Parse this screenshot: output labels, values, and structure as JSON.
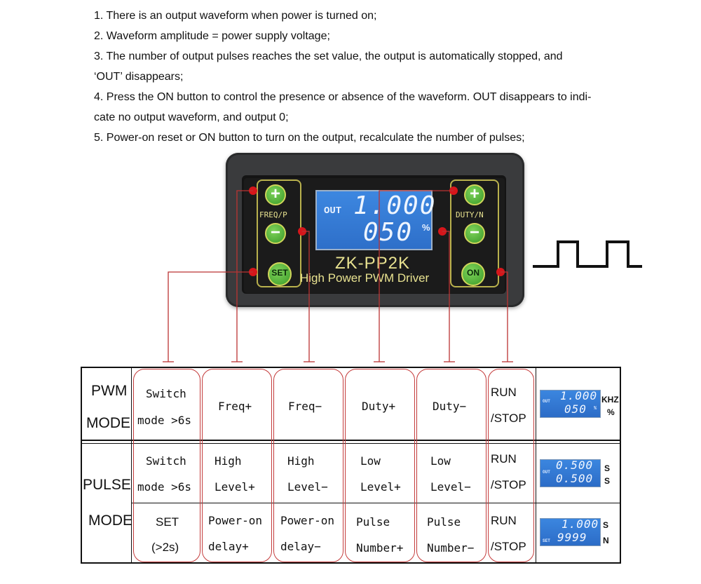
{
  "notes": [
    "1. There is an output waveform when power is turned on;",
    "2. Waveform amplitude = power supply voltage;",
    "3. The number of output pulses reaches the set value, the output is automatically stopped, and",
    "‘OUT’   disappears;",
    "4. Press the ON button to control the presence or absence of the waveform. OUT disappears to indi-",
    "cate no output waveform, and output 0;",
    "5. Power-on reset or ON button to turn on the output, recalculate the number of pulses;"
  ],
  "device": {
    "lcd_out": "OUT",
    "lcd_value1": "1.000",
    "lcd_value2": "050",
    "lcd_unit": "%",
    "left_label": "FREQ/P",
    "right_label": "DUTY/N",
    "plus": "+",
    "minus": "−",
    "set": "SET",
    "on": "ON",
    "model": "ZK-PP2K",
    "subtitle": "High Power PWM Driver"
  },
  "table": {
    "pwm_mode": [
      "PWM",
      "MODE"
    ],
    "pulse_mode": [
      "PULSE",
      "MODE"
    ],
    "pwm_row": {
      "c1": [
        "Switch",
        "mode >6s"
      ],
      "c2": "Freq+",
      "c3": "Freq−",
      "c4": "Duty+",
      "c5": "Duty−",
      "c6": [
        "RUN",
        "/STOP"
      ],
      "lcd": {
        "tag": "OUT",
        "v1": "1.000",
        "v2": "050",
        "pct": "%",
        "u1": "KHZ",
        "u2": "%"
      }
    },
    "pulse_row1": {
      "c1": [
        "Switch",
        "mode >6s"
      ],
      "c2": [
        "High",
        "Level+"
      ],
      "c3": [
        "High",
        "Level−"
      ],
      "c4": [
        "Low",
        "Level+"
      ],
      "c5": [
        "Low",
        "Level−"
      ],
      "c6": [
        "RUN",
        "/STOP"
      ],
      "lcd": {
        "tag": "OUT",
        "v1": "0.500",
        "v2": "0.500",
        "u1": "S",
        "u2": "S"
      }
    },
    "pulse_row2": {
      "c1": [
        "SET",
        "(>2s)"
      ],
      "c2": [
        "Power-on",
        "delay+"
      ],
      "c3": [
        "Power-on",
        "delay−"
      ],
      "c4": [
        "Pulse",
        "Number+"
      ],
      "c5": [
        "Pulse",
        "Number−"
      ],
      "c6": [
        "RUN",
        "/STOP"
      ],
      "lcd": {
        "tag": "SET",
        "v1": "1.000",
        "v2": "9999",
        "u1": "S",
        "u2": "N"
      }
    }
  },
  "colors": {
    "accent_red": "#d6161b",
    "lcd_blue": "#3b86df",
    "button_green": "#4caf2f",
    "label_yellow": "#e8e290"
  }
}
